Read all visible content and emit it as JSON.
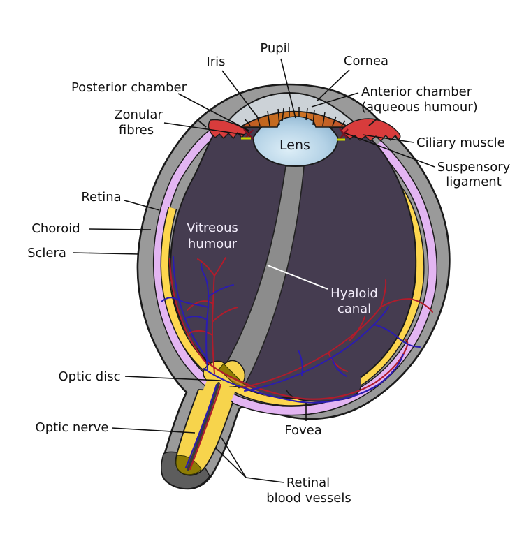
{
  "diagram": {
    "kind": "anatomical cross-section of the human eye",
    "labels": {
      "pupil": "Pupil",
      "iris": "Iris",
      "cornea": "Cornea",
      "posterior_chamber": "Posterior chamber",
      "zonular_1": "Zonular",
      "zonular_2": "fibres",
      "anterior_1": "Anterior chamber",
      "anterior_2": "(aqueous humour)",
      "ciliary": "Ciliary muscle",
      "suspensory_1": "Suspensory",
      "suspensory_2": "ligament",
      "retina": "Retina",
      "choroid": "Choroid",
      "sclera": "Sclera",
      "vitreous_1": "Vitreous",
      "vitreous_2": "humour",
      "hyaloid_1": "Hyaloid",
      "hyaloid_2": "canal",
      "optic_disc": "Optic disc",
      "optic_nerve": "Optic nerve",
      "fovea": "Fovea",
      "retinal_1": "Retinal",
      "retinal_2": "blood vessels",
      "lens": "Lens"
    },
    "colors": {
      "sclera_gray": "#9a9a9a",
      "outline": "#1a1a1a",
      "anterior_chamber_gray": "#ccd2d7",
      "iris_orange": "#c5681f",
      "ciliary_red": "#d83c3c",
      "zonule_green": "#c6d600",
      "dark_red_x": "#7e1020",
      "lens_blue": "#a8c8df",
      "pupil_bump_blue": "#a9c9e0",
      "vitreous_dark": "#453c50",
      "choroid_violet": "#e3b5f2",
      "retina_yellow": "#fdd64e",
      "nerve_yellow": "#f7d44c",
      "hyaloid_gray": "#8c8c8c",
      "vessel_red": "#b01c2c",
      "vessel_blue": "#2b1cb0",
      "cut_face_gray": "#5d5d5d",
      "cut_face_olive": "#8e7c04",
      "white_text": "#f2ecfa"
    }
  }
}
